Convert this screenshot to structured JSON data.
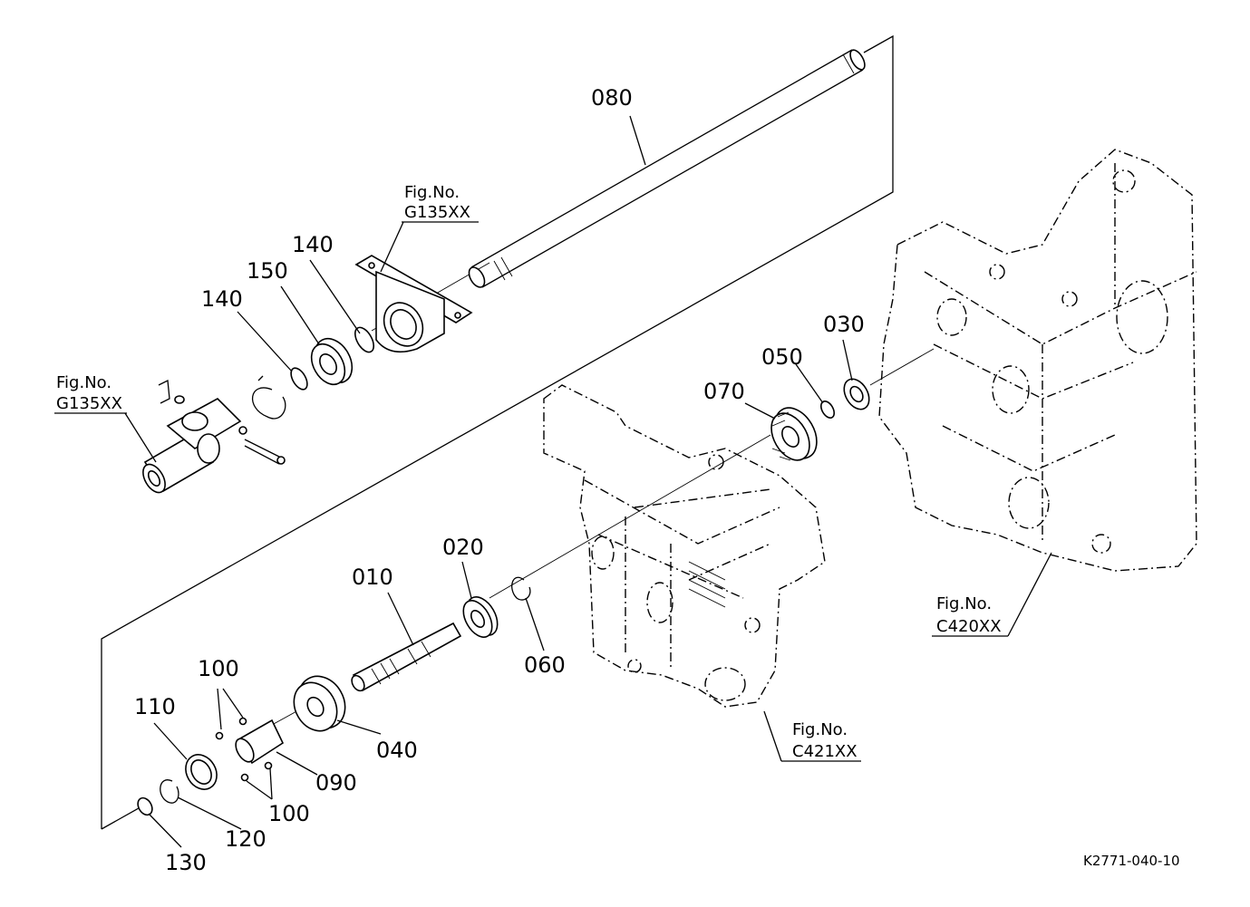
{
  "parts": {
    "p080": "080",
    "p140a": "140",
    "p150": "150",
    "p140b": "140",
    "p030": "030",
    "p050": "050",
    "p070": "070",
    "p020": "020",
    "p010": "010",
    "p060": "060",
    "p100a": "100",
    "p110": "110",
    "p040": "040",
    "p090": "090",
    "p100b": "100",
    "p120": "120",
    "p130": "130"
  },
  "refs": {
    "g135_top": {
      "label": "Fig.No.",
      "code": "G135XX"
    },
    "g135_left": {
      "label": "Fig.No.",
      "code": "G135XX"
    },
    "c421": {
      "label": "Fig.No.",
      "code": "C421XX"
    },
    "c420": {
      "label": "Fig.No.",
      "code": "C420XX"
    }
  },
  "drawing_code": "K2771-040-10"
}
